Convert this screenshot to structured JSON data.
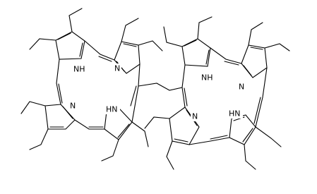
{
  "diagram": {
    "atom_labels": [
      {
        "id": "n-left-1",
        "text": "NH"
      },
      {
        "id": "n-left-2",
        "text": "N"
      },
      {
        "id": "n-left-3",
        "text": "N"
      },
      {
        "id": "n-left-4",
        "text": "HN"
      },
      {
        "id": "n-right-1",
        "text": "NH"
      },
      {
        "id": "n-right-2",
        "text": "N"
      },
      {
        "id": "n-right-3",
        "text": "N"
      },
      {
        "id": "n-right-4",
        "text": "HN"
      }
    ]
  }
}
